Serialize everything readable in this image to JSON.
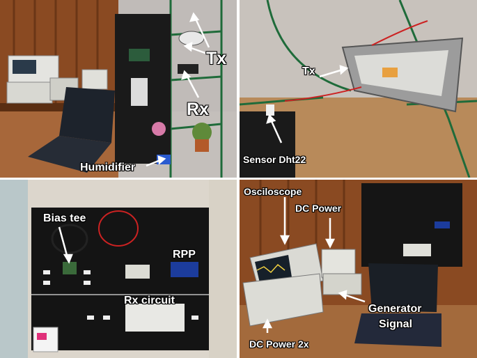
{
  "panels": {
    "top_left": {
      "labels": {
        "tx": "Tx",
        "rx": "Rx",
        "humidifier": "Humidifier"
      }
    },
    "top_right": {
      "labels": {
        "tx": "Tx",
        "sensor": "Sensor Dht22"
      }
    },
    "bottom_left": {
      "labels": {
        "bias_tee": "Bias tee",
        "rpp": "RPP",
        "rx_circuit": "Rx circuit"
      }
    },
    "bottom_right": {
      "labels": {
        "osciloscope": "Osciloscope",
        "dc_power": "DC Power",
        "generator": "Generator",
        "signal": "Signal",
        "dc_power_2x": "DC Power 2x"
      }
    }
  }
}
